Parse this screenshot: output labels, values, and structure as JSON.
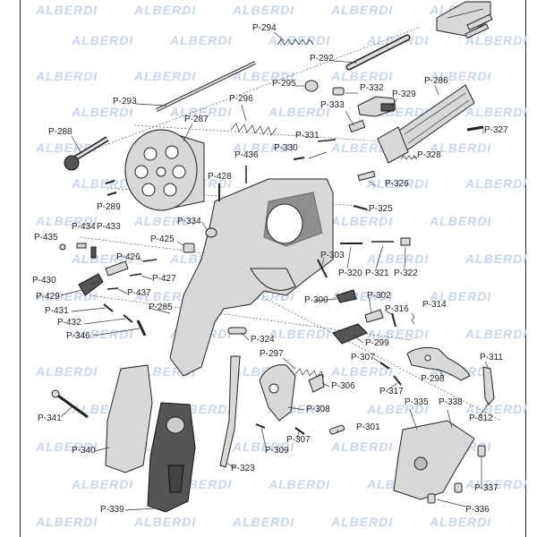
{
  "watermark": {
    "brand": "ALBERDI"
  },
  "labels": [
    {
      "id": "P-294",
      "text": "P-294"
    },
    {
      "id": "P-292",
      "text": "P-292"
    },
    {
      "id": "P-286",
      "text": "P-286"
    },
    {
      "id": "P-293",
      "text": "P-293"
    },
    {
      "id": "P-295",
      "text": "P-295"
    },
    {
      "id": "P-296",
      "text": "P-296"
    },
    {
      "id": "P-332",
      "text": "P-332"
    },
    {
      "id": "P-329",
      "text": "P-329"
    },
    {
      "id": "P-333",
      "text": "P-333"
    },
    {
      "id": "P-287",
      "text": "P-287"
    },
    {
      "id": "P-288",
      "text": "P-288"
    },
    {
      "id": "P-331",
      "text": "P-331"
    },
    {
      "id": "P-327",
      "text": "P-327"
    },
    {
      "id": "P-330",
      "text": "P-330"
    },
    {
      "id": "P-436",
      "text": "P-436"
    },
    {
      "id": "P-328",
      "text": "P-328"
    },
    {
      "id": "P-428",
      "text": "P-428"
    },
    {
      "id": "P-289",
      "text": "P-289"
    },
    {
      "id": "P-326",
      "text": "P-326"
    },
    {
      "id": "P-325",
      "text": "P-325"
    },
    {
      "id": "P-334",
      "text": "P-334"
    },
    {
      "id": "P-434",
      "text": "P-434"
    },
    {
      "id": "P-433",
      "text": "P-433"
    },
    {
      "id": "P-435",
      "text": "P-435"
    },
    {
      "id": "P-425",
      "text": "P-425"
    },
    {
      "id": "P-303",
      "text": "P-303"
    },
    {
      "id": "P-426",
      "text": "P-426"
    },
    {
      "id": "P-320",
      "text": "P-320"
    },
    {
      "id": "P-321",
      "text": "P-321"
    },
    {
      "id": "P-322",
      "text": "P-322"
    },
    {
      "id": "P-430",
      "text": "P-430"
    },
    {
      "id": "P-427",
      "text": "P-427"
    },
    {
      "id": "P-437",
      "text": "P-437"
    },
    {
      "id": "P-429",
      "text": "P-429"
    },
    {
      "id": "P-300",
      "text": "P-300"
    },
    {
      "id": "P-302",
      "text": "P-302"
    },
    {
      "id": "P-431",
      "text": "P-431"
    },
    {
      "id": "P-285",
      "text": "P-285"
    },
    {
      "id": "P-316",
      "text": "P-316"
    },
    {
      "id": "P-314",
      "text": "P-314"
    },
    {
      "id": "P-432",
      "text": "P-432"
    },
    {
      "id": "P-346",
      "text": "P-346"
    },
    {
      "id": "P-324",
      "text": "P-324"
    },
    {
      "id": "P-299",
      "text": "P-299"
    },
    {
      "id": "P-297",
      "text": "P-297"
    },
    {
      "id": "P-307a",
      "text": "P-307"
    },
    {
      "id": "P-311",
      "text": "P-311"
    },
    {
      "id": "P-306",
      "text": "P-306"
    },
    {
      "id": "P-298",
      "text": "P-298"
    },
    {
      "id": "P-317",
      "text": "P-317"
    },
    {
      "id": "P-335",
      "text": "P-335"
    },
    {
      "id": "P-338",
      "text": "P-338"
    },
    {
      "id": "P-308",
      "text": "P-308"
    },
    {
      "id": "P-341",
      "text": "P-341"
    },
    {
      "id": "P-312",
      "text": "P-312"
    },
    {
      "id": "P-301",
      "text": "P-301"
    },
    {
      "id": "P-307b",
      "text": "P-307"
    },
    {
      "id": "P-340",
      "text": "P-340"
    },
    {
      "id": "P-309",
      "text": "P-309"
    },
    {
      "id": "P-323",
      "text": "P-323"
    },
    {
      "id": "P-337",
      "text": "P-337"
    },
    {
      "id": "P-339",
      "text": "P-339"
    },
    {
      "id": "P-336",
      "text": "P-336"
    }
  ]
}
